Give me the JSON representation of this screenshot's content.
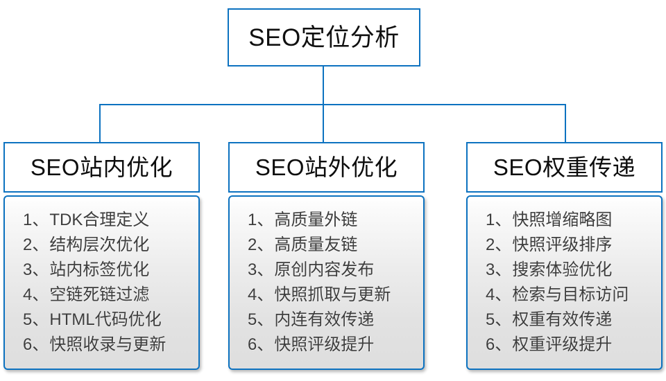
{
  "diagram": {
    "type": "organization-tree",
    "accent_color": "#0c72c0",
    "node_text_color": "#101010",
    "list_text_color": "#3d3d3d",
    "panel_background": "#e9e9e9",
    "root": {
      "label": "SEO定位分析"
    },
    "item_separator": "、",
    "columns": [
      {
        "header": "SEO站内优化",
        "items": [
          {
            "index": "1",
            "label": "TDK合理定义"
          },
          {
            "index": "2",
            "label": "结构层次优化"
          },
          {
            "index": "3",
            "label": "站内标签优化"
          },
          {
            "index": "4",
            "label": "空链死链过滤"
          },
          {
            "index": "5",
            "label": "HTML代码优化"
          },
          {
            "index": "6",
            "label": "快照收录与更新"
          }
        ]
      },
      {
        "header": "SEO站外优化",
        "items": [
          {
            "index": "1",
            "label": "高质量外链"
          },
          {
            "index": "2",
            "label": "高质量友链"
          },
          {
            "index": "3",
            "label": "原创内容发布"
          },
          {
            "index": "4",
            "label": "快照抓取与更新"
          },
          {
            "index": "5",
            "label": "内连有效传递"
          },
          {
            "index": "6",
            "label": "快照评级提升"
          }
        ]
      },
      {
        "header": "SEO权重传递",
        "items": [
          {
            "index": "1",
            "label": "快照增缩略图"
          },
          {
            "index": "2",
            "label": "快照评级排序"
          },
          {
            "index": "3",
            "label": "搜索体验优化"
          },
          {
            "index": "4",
            "label": "检索与目标访问"
          },
          {
            "index": "5",
            "label": "权重有效传递"
          },
          {
            "index": "6",
            "label": "权重评级提升"
          }
        ]
      }
    ]
  }
}
